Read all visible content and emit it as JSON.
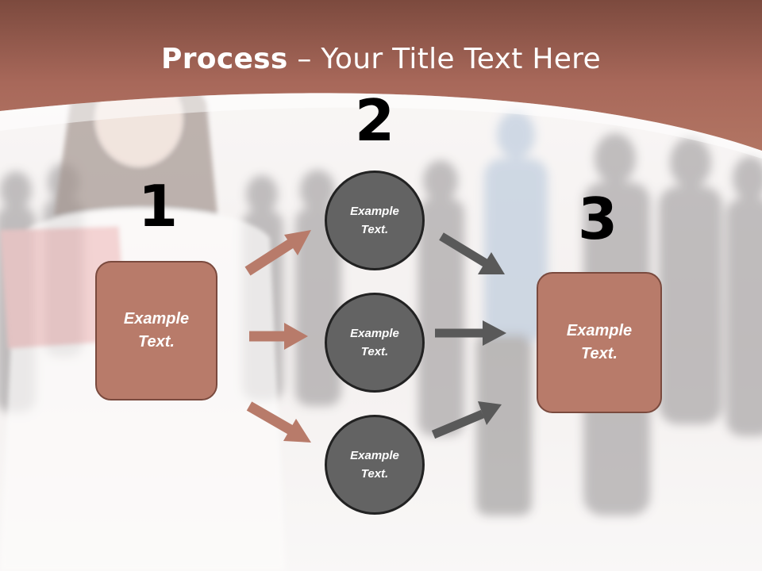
{
  "slide": {
    "title_bold": "Process",
    "title_rest": " – Your Title Text Here"
  },
  "steps": {
    "one": {
      "number": "1",
      "text": "Example Text."
    },
    "two": {
      "number": "2",
      "items": [
        "Example Text.",
        "Example Text.",
        "Example Text."
      ]
    },
    "three": {
      "number": "3",
      "text": "Example Text."
    }
  },
  "colors": {
    "header": "#a8685a",
    "box_fill": "#b87b6a",
    "box_border": "#7a4a3e",
    "circle_fill": "#636363",
    "left_arrow": "#b87b6a",
    "right_arrow": "#595959"
  }
}
